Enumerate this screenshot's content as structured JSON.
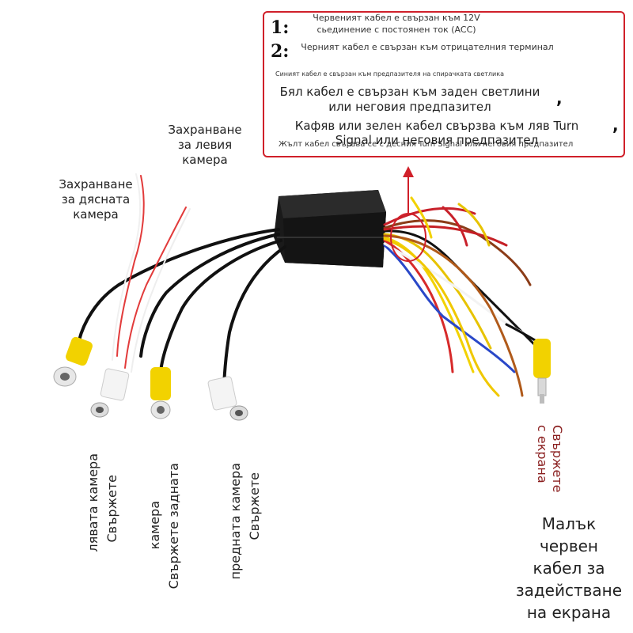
{
  "legend": {
    "marker_1": "1:",
    "line_1a": "Червеният кабел е свързан към 12V",
    "line_1b": "сьединение с постоянен ток (ACC)",
    "marker_2": "2:",
    "line_2": "Черният кабел е свързан към отрицателния терминал",
    "line_3": "Синият кабел е свързан към предпазителя на спирачката светлика",
    "line_4a": "Бял кабел е свързан към заден светлини",
    "line_4b": "или неговия предпазител",
    "comma_1": ",",
    "line_5a": "Кафяв или зелен кабел свързва към ляв Turn",
    "line_5b": "Signal или неговия предпазител",
    "comma_2": ",",
    "line_6": "Жълт кабел свързва се с десния Turn Signal или неговия предпазител",
    "border_color": "#d0202a"
  },
  "labels": {
    "power_left_camera": [
      "Захранване",
      "за левия",
      "камера"
    ],
    "power_right_camera": [
      "Захранване",
      "за дясната",
      "камера"
    ],
    "connect_left_camera": [
      "Свържете",
      "лявата камера"
    ],
    "connect_rear_camera": [
      "Свържете задната",
      "камера"
    ],
    "connect_front_camera": [
      "Свържете",
      "предната камера"
    ],
    "connect_screen": "Свържете с екрана",
    "red_wire_note": [
      "Малък",
      "червен",
      "кабел за",
      "задействане",
      "на екрана"
    ]
  },
  "colors": {
    "accent_red": "#d0202a",
    "rca_yellow": "#f2d200",
    "rca_white": "#f4f4f4",
    "module_black": "#1c1c1c"
  }
}
